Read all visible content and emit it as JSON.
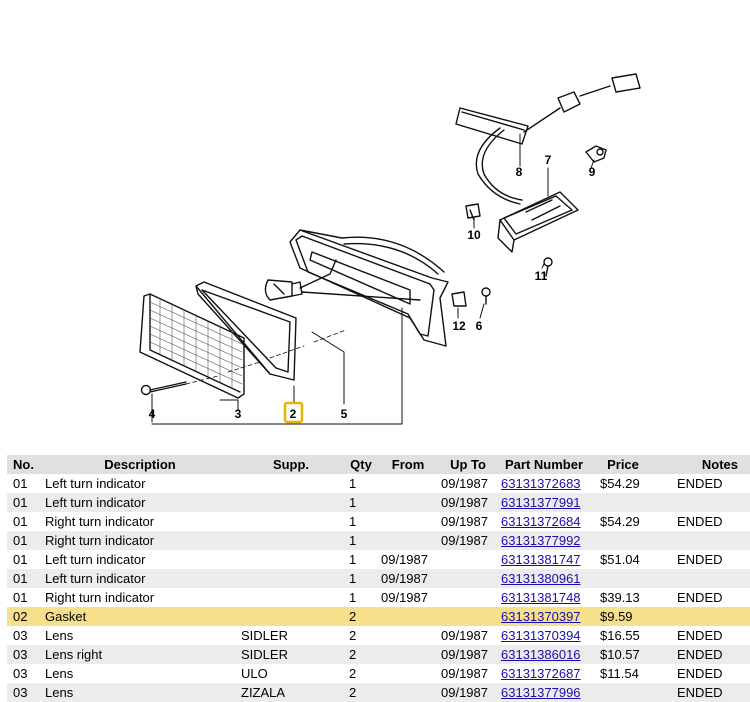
{
  "diagram": {
    "callouts": [
      "2",
      "3",
      "4",
      "5",
      "6",
      "7",
      "8",
      "9",
      "10",
      "11",
      "12"
    ],
    "highlighted_callout": "2",
    "highlight_color": "#e8b400"
  },
  "table": {
    "headers": {
      "no": "No.",
      "description": "Description",
      "supp": "Supp.",
      "qty": "Qty",
      "from": "From",
      "up_to": "Up To",
      "part_number": "Part Number",
      "price": "Price",
      "notes": "Notes"
    },
    "highlight_color": "#f7e08c",
    "link_color": "#1a0dab",
    "rows": [
      {
        "no": "01",
        "description": "Left turn indicator",
        "supp": "",
        "qty": "1",
        "from": "",
        "up_to": "09/1987",
        "part_number": "63131372683",
        "price": "$54.29",
        "notes": "ENDED"
      },
      {
        "no": "01",
        "description": "Left turn indicator",
        "supp": "",
        "qty": "1",
        "from": "",
        "up_to": "09/1987",
        "part_number": "63131377991",
        "price": "",
        "notes": ""
      },
      {
        "no": "01",
        "description": "Right turn indicator",
        "supp": "",
        "qty": "1",
        "from": "",
        "up_to": "09/1987",
        "part_number": "63131372684",
        "price": "$54.29",
        "notes": "ENDED"
      },
      {
        "no": "01",
        "description": "Right turn indicator",
        "supp": "",
        "qty": "1",
        "from": "",
        "up_to": "09/1987",
        "part_number": "63131377992",
        "price": "",
        "notes": ""
      },
      {
        "no": "01",
        "description": "Left turn indicator",
        "supp": "",
        "qty": "1",
        "from": "09/1987",
        "up_to": "",
        "part_number": "63131381747",
        "price": "$51.04",
        "notes": "ENDED"
      },
      {
        "no": "01",
        "description": "Left turn indicator",
        "supp": "",
        "qty": "1",
        "from": "09/1987",
        "up_to": "",
        "part_number": "63131380961",
        "price": "",
        "notes": ""
      },
      {
        "no": "01",
        "description": "Right turn indicator",
        "supp": "",
        "qty": "1",
        "from": "09/1987",
        "up_to": "",
        "part_number": "63131381748",
        "price": "$39.13",
        "notes": "ENDED"
      },
      {
        "no": "02",
        "description": "Gasket",
        "supp": "",
        "qty": "2",
        "from": "",
        "up_to": "",
        "part_number": "63131370397",
        "price": "$9.59",
        "notes": "",
        "highlight": true
      },
      {
        "no": "03",
        "description": "Lens",
        "supp": "SIDLER",
        "qty": "2",
        "from": "",
        "up_to": "09/1987",
        "part_number": "63131370394",
        "price": "$16.55",
        "notes": "ENDED"
      },
      {
        "no": "03",
        "description": "Lens right",
        "supp": "SIDLER",
        "qty": "2",
        "from": "",
        "up_to": "09/1987",
        "part_number": "63131386016",
        "price": "$10.57",
        "notes": "ENDED"
      },
      {
        "no": "03",
        "description": "Lens",
        "supp": "ULO",
        "qty": "2",
        "from": "",
        "up_to": "09/1987",
        "part_number": "63131372687",
        "price": "$11.54",
        "notes": "ENDED"
      },
      {
        "no": "03",
        "description": "Lens",
        "supp": "ZIZALA",
        "qty": "2",
        "from": "",
        "up_to": "09/1987",
        "part_number": "63131377996",
        "price": "",
        "notes": "ENDED"
      }
    ]
  }
}
